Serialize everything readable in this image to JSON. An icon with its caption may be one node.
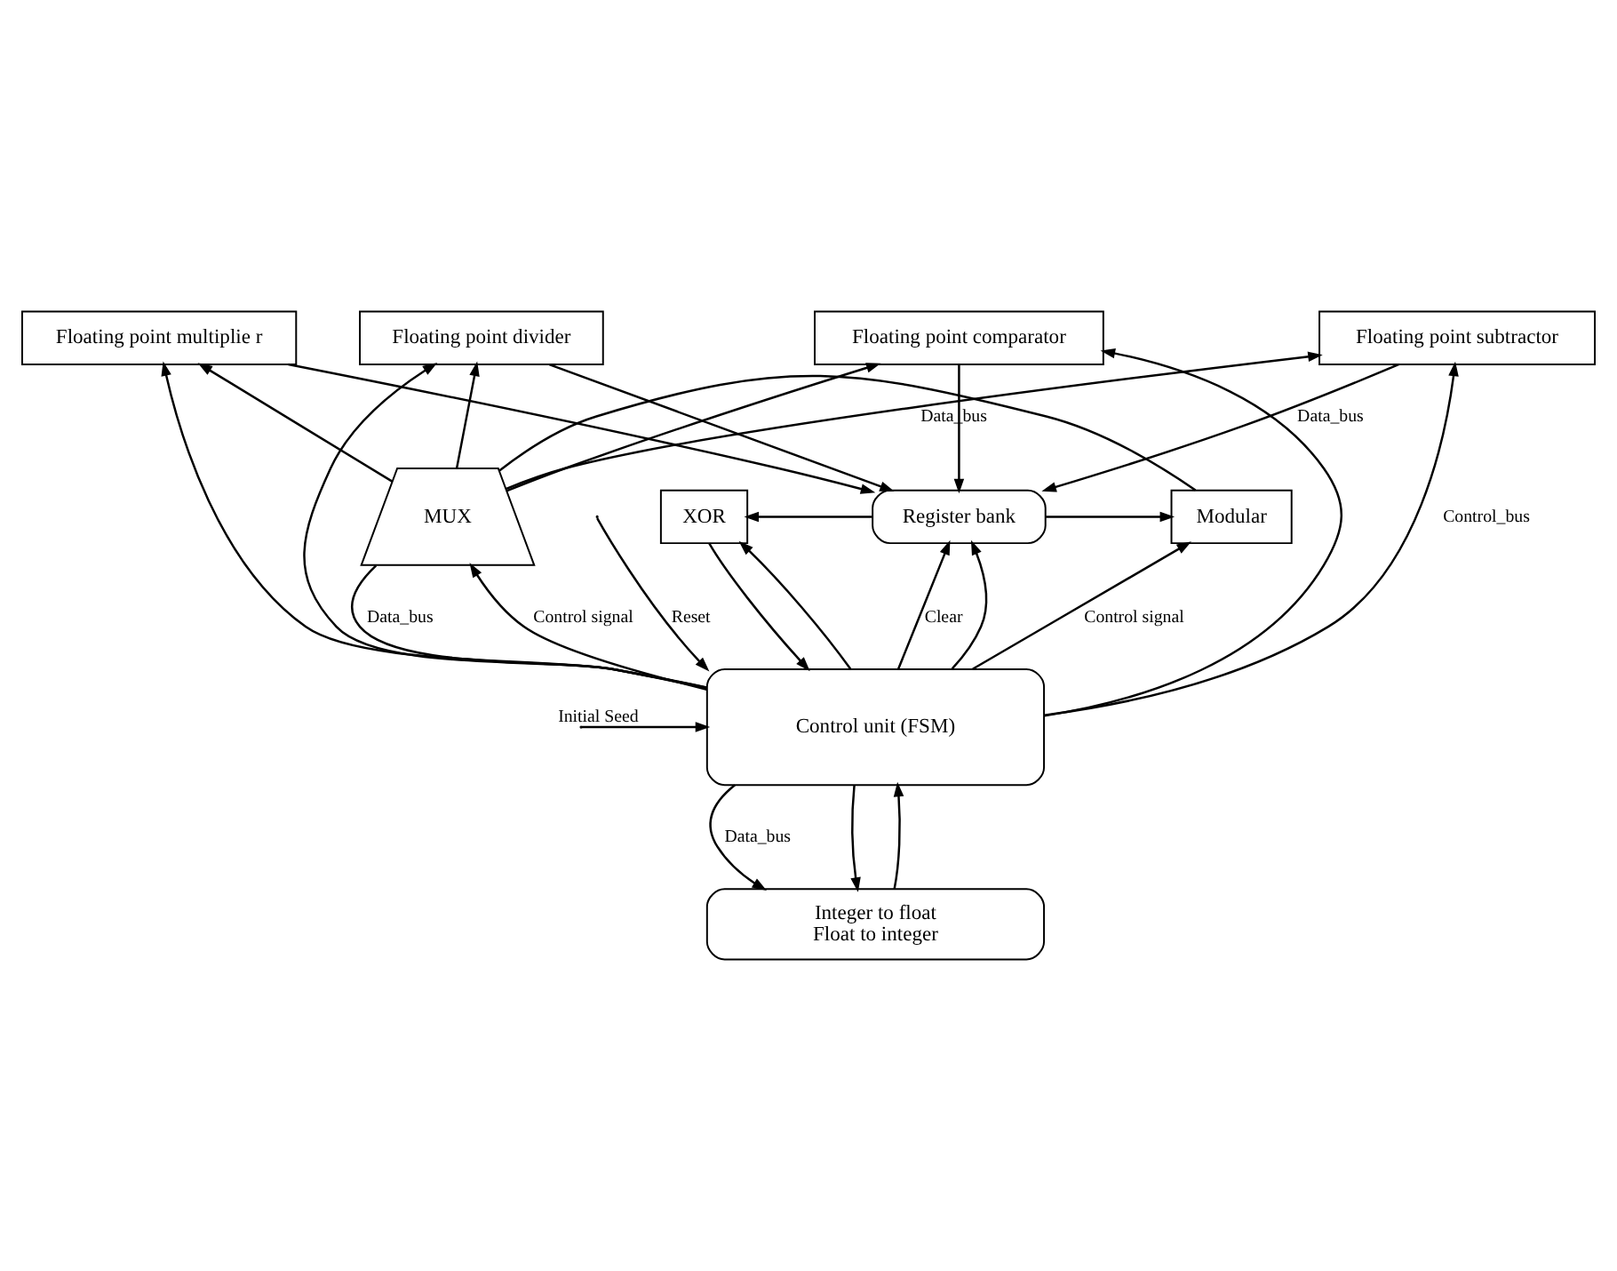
{
  "diagram": {
    "nodes": [
      {
        "text": [
          "Floating point subtractor"
        ]
      },
      {
        "text": [
          "Floating point multiplie r"
        ]
      },
      {
        "text": [
          "Floating point divider"
        ]
      },
      {
        "text": [
          "Floating point comparator"
        ]
      },
      {
        "text": [
          "XOR"
        ]
      },
      {
        "text": [
          "Register bank"
        ]
      },
      {
        "text": [
          "Modular"
        ]
      },
      {
        "text": [
          "MUX"
        ]
      },
      {
        "text": [
          "Control unit (FSM)"
        ]
      },
      {
        "text": [
          "Integer to float",
          "Float to integer"
        ]
      }
    ],
    "edges": [
      {
        "from": 8,
        "to": 0,
        "arrow": "to",
        "label": "Control_bus"
      },
      {
        "from": 8,
        "to": 1,
        "arrow": "to"
      },
      {
        "from": 8,
        "to": 2,
        "arrow": "to"
      },
      {
        "from": 8,
        "to": 3,
        "arrow": "to"
      },
      {
        "from": 7,
        "to": 0,
        "arrow": "to",
        "label": "Data_bus"
      },
      {
        "from": 7,
        "to": 1,
        "arrow": "to"
      },
      {
        "from": 7,
        "to": 2,
        "arrow": "to"
      },
      {
        "from": 7,
        "to": 3,
        "arrow": "to"
      },
      {
        "from": 0,
        "to": 5,
        "arrow": "to",
        "label": "Data_bus"
      },
      {
        "from": 1,
        "to": 5,
        "arrow": "to"
      },
      {
        "from": 2,
        "to": 5,
        "arrow": "to"
      },
      {
        "from": 3,
        "to": 5,
        "arrow": "to"
      },
      {
        "from": 5,
        "to": 4,
        "arrow": "to"
      },
      {
        "from": 8,
        "to": 4,
        "arrow": "to"
      },
      {
        "from": 4,
        "to": 8,
        "arrow": "to"
      },
      {
        "from": 8,
        "to": 5,
        "arrow": "to",
        "label": "Clear"
      },
      {
        "from": 8,
        "to": 5,
        "arrow": "to"
      },
      {
        "from": 5,
        "to": 6,
        "arrow": "to"
      },
      {
        "from": 6,
        "to": 7,
        "arrow": "none"
      },
      {
        "from": 8,
        "to": 6,
        "arrow": "to",
        "label": "Control signal"
      },
      {
        "from": 8,
        "to": 7,
        "arrow": "none",
        "label": "Data_bus"
      },
      {
        "from": 8,
        "to": 7,
        "arrow": "to",
        "label": "Control signal"
      },
      {
        "from": 8,
        "to": 9,
        "arrow": "to",
        "label": "Data_bus"
      },
      {
        "from": 9,
        "to": 8,
        "arrow": "to"
      },
      {
        "from": 8,
        "to": 9,
        "arrow": "to"
      },
      {
        "from": null,
        "to": 8,
        "arrow": "to",
        "label": "Reset"
      },
      {
        "from": null,
        "to": 8,
        "arrow": "to",
        "label": "Initial Seed"
      }
    ]
  }
}
